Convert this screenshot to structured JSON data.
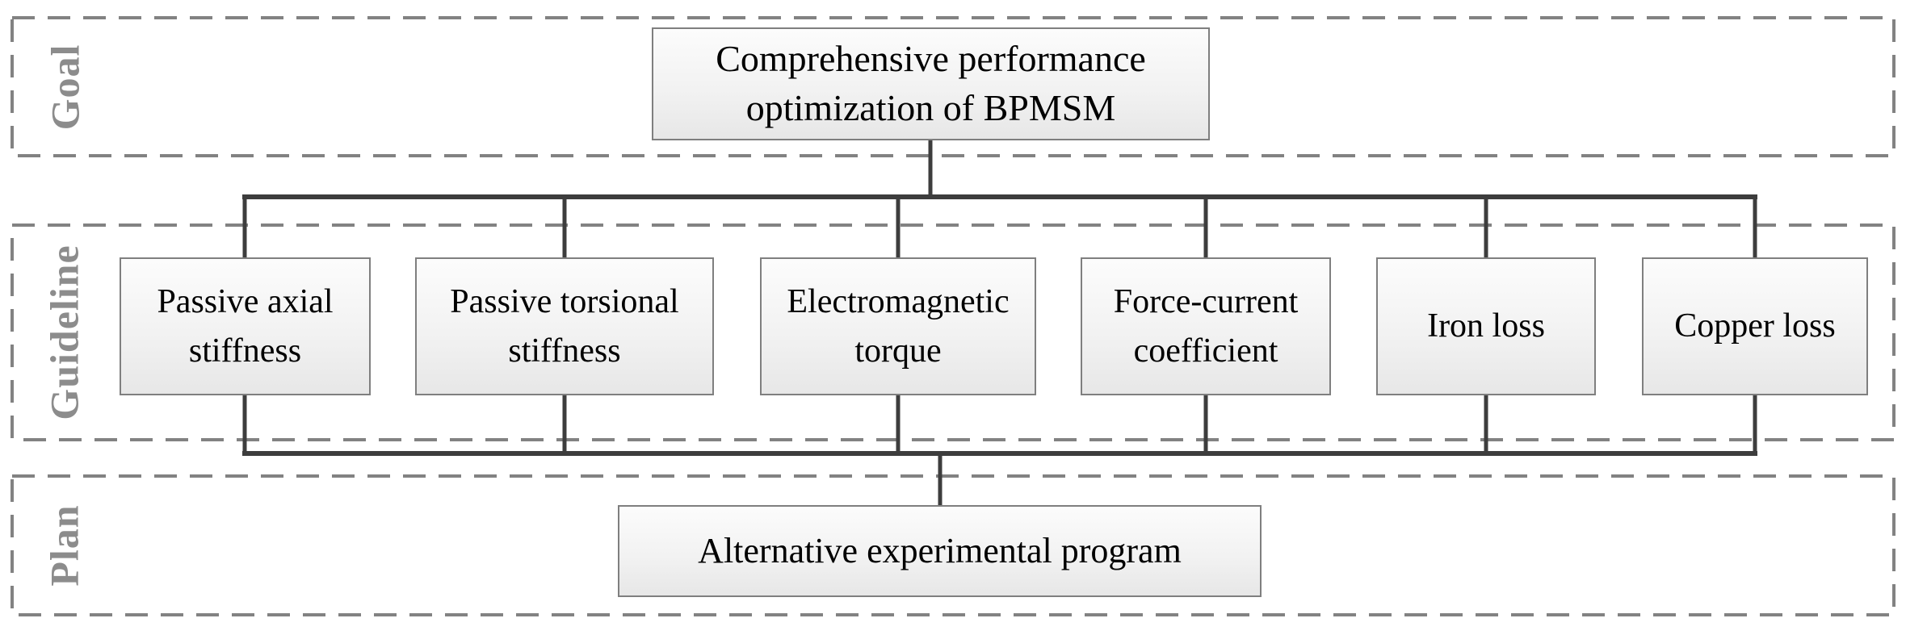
{
  "colors": {
    "background": "#ffffff",
    "band_border": "#828282",
    "band_label": "#8c8c8c",
    "box_border": "#7f7f7f",
    "box_fill_top": "#fcfcfc",
    "box_fill_bottom": "#e7e7e7",
    "connector": "#3d3d3d",
    "text": "#000000"
  },
  "bands": {
    "goal": "Goal",
    "guideline": "Guideline",
    "plan": "Plan"
  },
  "boxes": {
    "goal": "Comprehensive performance optimization of BPMSM",
    "guideline": [
      "Passive axial stiffness",
      "Passive torsional stiffness",
      "Electromagnetic torque",
      "Force-current coefficient",
      "Iron loss",
      "Copper loss"
    ],
    "plan": "Alternative experimental program"
  }
}
